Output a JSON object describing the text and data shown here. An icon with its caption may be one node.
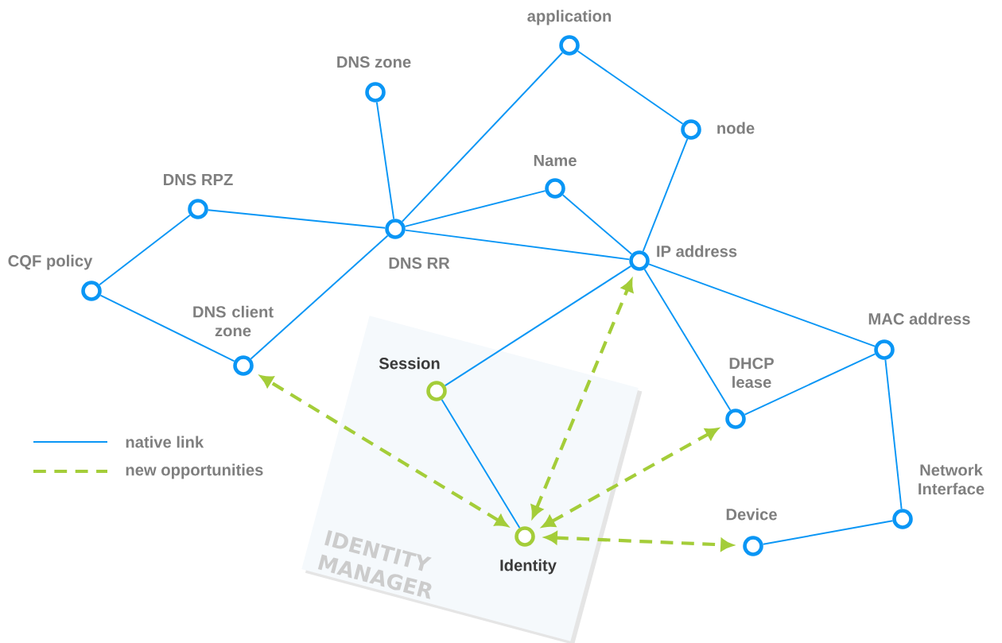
{
  "diagram": {
    "nodes": [
      {
        "text": [
          "IDENTITY MANAGER"
        ]
      },
      {
        "text": [
          "application"
        ]
      },
      {
        "text": [
          "DNS zone"
        ]
      },
      {
        "text": [
          "node"
        ]
      },
      {
        "text": [
          "Name"
        ]
      },
      {
        "text": [
          "DNS RPZ"
        ]
      },
      {
        "text": [
          "DNS RR"
        ]
      },
      {
        "text": [
          "IP address"
        ]
      },
      {
        "text": [
          "CQF policy"
        ]
      },
      {
        "text": [
          "DNS client zone"
        ]
      },
      {
        "text": [
          "MAC address"
        ]
      },
      {
        "text": [
          "Session"
        ],
        "in": 0
      },
      {
        "text": [
          "DHCP lease"
        ]
      },
      {
        "text": [
          "Network Interface"
        ]
      },
      {
        "text": [
          "Device"
        ]
      },
      {
        "text": [
          "Identity"
        ],
        "in": 0
      }
    ],
    "edges": [
      {
        "from": 1,
        "to": 6,
        "arrow": "none"
      },
      {
        "from": 1,
        "to": 3,
        "arrow": "none"
      },
      {
        "from": 2,
        "to": 6,
        "arrow": "none"
      },
      {
        "from": 3,
        "to": 7,
        "arrow": "none"
      },
      {
        "from": 4,
        "to": 6,
        "arrow": "none"
      },
      {
        "from": 4,
        "to": 7,
        "arrow": "none"
      },
      {
        "from": 5,
        "to": 6,
        "arrow": "none"
      },
      {
        "from": 6,
        "to": 7,
        "arrow": "none"
      },
      {
        "from": 5,
        "to": 8,
        "arrow": "none"
      },
      {
        "from": 8,
        "to": 9,
        "arrow": "none"
      },
      {
        "from": 9,
        "to": 6,
        "arrow": "none"
      },
      {
        "from": 7,
        "to": 11,
        "arrow": "none"
      },
      {
        "from": 7,
        "to": 12,
        "arrow": "none"
      },
      {
        "from": 7,
        "to": 10,
        "arrow": "none"
      },
      {
        "from": 10,
        "to": 12,
        "arrow": "none"
      },
      {
        "from": 10,
        "to": 13,
        "arrow": "none"
      },
      {
        "from": 13,
        "to": 14,
        "arrow": "none"
      },
      {
        "from": 11,
        "to": 15,
        "arrow": "none"
      },
      {
        "from": 15,
        "to": 9,
        "arrow": "both",
        "style": "dashed",
        "color": "#a4cd39"
      },
      {
        "from": 15,
        "to": 7,
        "arrow": "both",
        "style": "dashed",
        "color": "#a4cd39"
      },
      {
        "from": 15,
        "to": 12,
        "arrow": "both",
        "style": "dashed",
        "color": "#a4cd39"
      },
      {
        "from": 15,
        "to": 14,
        "arrow": "both",
        "style": "dashed",
        "color": "#a4cd39"
      }
    ],
    "legend": [
      {
        "text": "native link"
      },
      {
        "text": "new opportunities"
      }
    ]
  }
}
